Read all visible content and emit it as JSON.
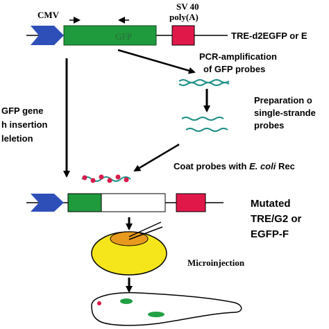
{
  "labels": {
    "cmv": "CMV",
    "sv40_line1": "SV 40",
    "sv40_line2": "poly(A)",
    "gfp": "GFP",
    "construct": "TRE-d2EGFP  or E",
    "pcr_line1": "PCR-amplification",
    "pcr_line2": "of GFP probes",
    "prep_line1": "Preparation o",
    "prep_line2": "single-strande",
    "prep_line3": "probes",
    "gene_line1": "GFP gene",
    "gene_line2": "h insertion",
    "gene_line3": "leletion",
    "coat_prefix": "Coat probes with ",
    "coat_italic": "E. coli",
    "coat_suffix": " Rec",
    "mutated_line1": "Mutated",
    "mutated_line2": "TRE/G2 or",
    "mutated_line3": "EGFP-F",
    "microinjection": "Microinjection"
  },
  "colors": {
    "cmv_blue": "#2f4fb8",
    "gfp_green": "#1f9a3c",
    "polyA_red": "#e0184a",
    "probe_teal": "#1f8f86",
    "bead_red": "#d81b4a",
    "egg_yellow": "#f5e61c",
    "egg_orange": "#e89a1e",
    "embryo_green": "#22a044"
  }
}
